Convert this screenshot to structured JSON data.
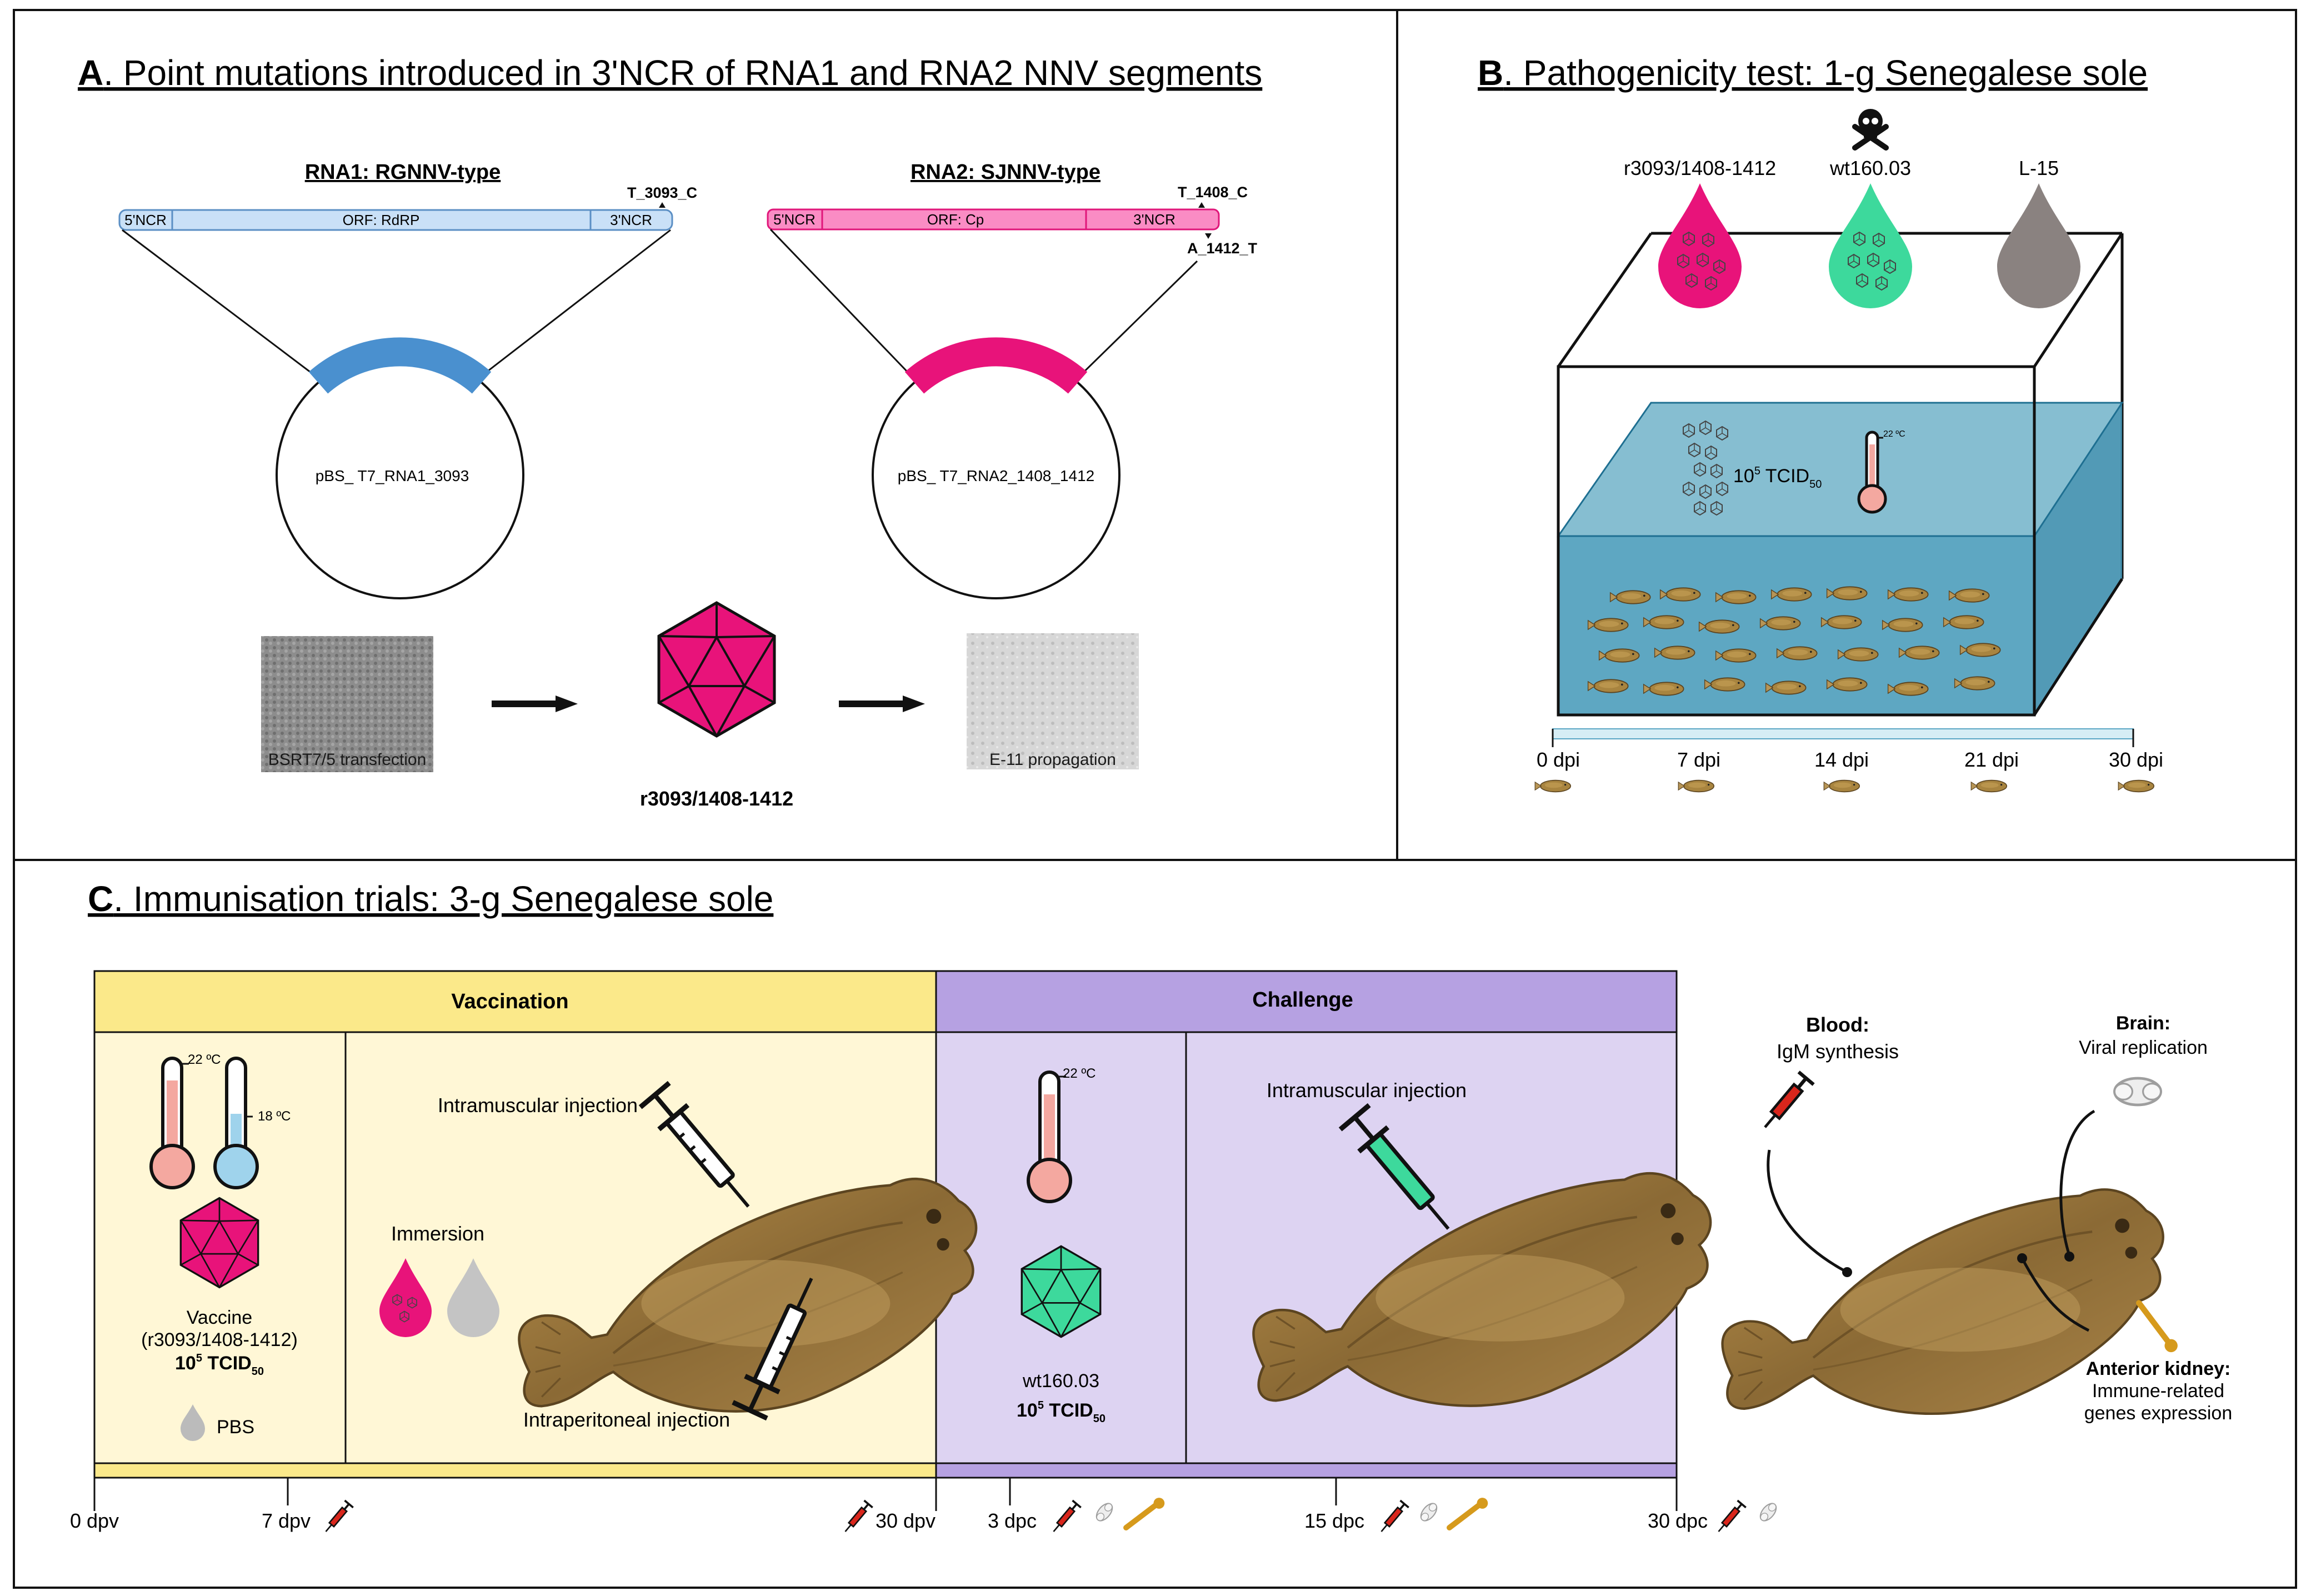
{
  "panel_a": {
    "letter": "A",
    "title": ". Point mutations introduced in 3'NCR of RNA1 and RNA2 NNV segments",
    "rna1": {
      "title": "RNA1: RGNNV-type",
      "seg5": "5'NCR",
      "orf": "ORF: RdRP",
      "seg3": "3'NCR",
      "mutation": "T_3093_C",
      "plasmid": "pBS_ T7_RNA1_3093"
    },
    "rna2": {
      "title": "RNA2: SJNNV-type",
      "seg5": "5'NCR",
      "orf": "ORF: Cp",
      "seg3": "3'NCR",
      "mutation_top": "T_1408_C",
      "mutation_bottom": "A_1412_T",
      "plasmid": "pBS_ T7_RNA2_1408_1412"
    },
    "step1": "BSRT7/5 transfection",
    "virus": "r3093/1408-1412",
    "step2": "E-11 propagation"
  },
  "panel_b": {
    "letter": "B",
    "title": ". Pathogenicity test: 1-g Senegalese sole",
    "drops": [
      "r3093/1408-1412",
      "wt160.03",
      "L-15"
    ],
    "dose_base": "10",
    "dose_exp": "5",
    "dose_unit": " TCID",
    "dose_sub": "50",
    "temp": "22 ºC",
    "timeline": [
      "0 dpi",
      "7 dpi",
      "14 dpi",
      "21 dpi",
      "30 dpi"
    ]
  },
  "panel_c": {
    "letter": "C",
    "title": ". Immunisation trials: 3-g Senegalese sole",
    "vaccination": {
      "header": "Vaccination",
      "temp_high": "22 ºC",
      "temp_low": "18 ºC",
      "vaccine_line1": "Vaccine",
      "vaccine_line2": "(r3093/1408-1412)",
      "dose_base": "10",
      "dose_exp": "5",
      "dose_unit": " TCID",
      "dose_sub": "50",
      "control": "PBS",
      "immersion": "Immersion",
      "im": "Intramuscular injection",
      "ip": "Intraperitoneal injection"
    },
    "challenge": {
      "header": "Challenge",
      "temp": "22 ºC",
      "virus": "wt160.03",
      "dose_base": "10",
      "dose_exp": "5",
      "dose_unit": " TCID",
      "dose_sub": "50",
      "im": "Intramuscular injection"
    },
    "sampling": {
      "blood_title": "Blood:",
      "blood_desc": "IgM synthesis",
      "brain_title": "Brain:",
      "brain_desc": "Viral replication",
      "kidney_title": "Anterior kidney:",
      "kidney_desc1": "Immune-related",
      "kidney_desc2": "genes expression"
    },
    "timeline": [
      "0 dpv",
      "7 dpv",
      "30 dpv",
      "3 dpc",
      "15 dpc",
      "30 dpc"
    ]
  },
  "colors": {
    "magenta": "#e8137a",
    "green": "#3dd99c",
    "grey": "#8a8280",
    "water": "#5ea8c2",
    "vacc_bg": "#fff7d6",
    "vacc_header": "#fbe98a",
    "chal_bg": "#ddd3f2",
    "chal_header": "#b6a1e2",
    "rna1": "#c9e0f7",
    "rna2": "#fa8cc4"
  }
}
